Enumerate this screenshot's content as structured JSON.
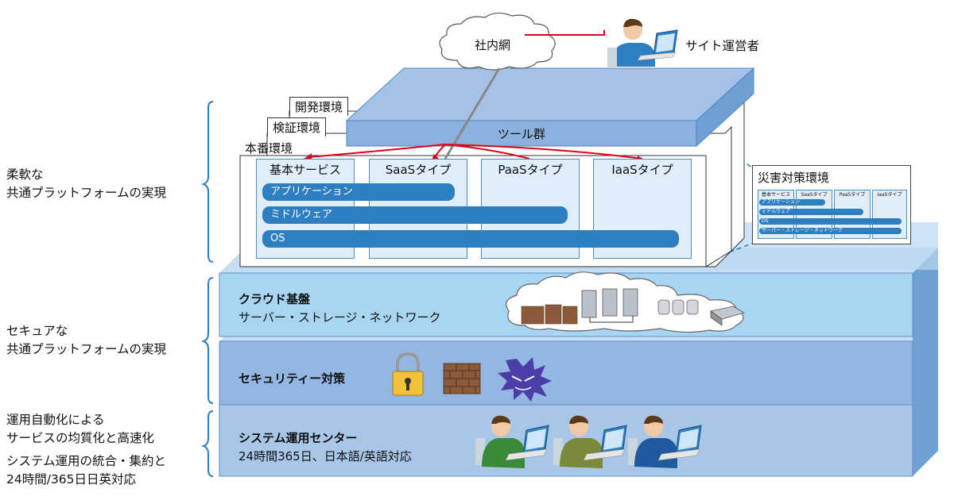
{
  "left_labels": {
    "flexible": [
      "柔軟な",
      "共通プラットフォームの実現"
    ],
    "secure": [
      "セキュアな",
      "共通プラットフォームの実現"
    ],
    "ops1": [
      "運用自動化による",
      "サービスの均質化と高速化"
    ],
    "ops2": [
      "システム運用の統合・集約と",
      "24時間/365日日英対応"
    ]
  },
  "top": {
    "intranet": "社内網",
    "operator": "サイト運営者",
    "tools": "ツール群"
  },
  "environments": {
    "dev": "開発環境",
    "verify": "検証環境",
    "prod": "本番環境"
  },
  "columns": [
    "基本サービス",
    "SaaSタイプ",
    "PaaSタイプ",
    "IaaSタイプ"
  ],
  "pills": {
    "app": "アプリケーション",
    "middleware": "ミドルウェア",
    "os": "OS"
  },
  "dr": {
    "title": "災害対策環境",
    "columns": [
      "基本サービス",
      "SaaSタイプ",
      "PaaSタイプ",
      "IaaSタイプ"
    ],
    "pills": [
      "アプリケーション",
      "ミドルウェア",
      "OS",
      "サーバー・ストレージ・ネットワーク"
    ]
  },
  "layers": {
    "cloud_title": "クラウド基盤",
    "cloud_sub": "サーバー・ストレージ・ネットワーク",
    "security_title": "セキュリティー対策",
    "ops_title": "システム運用センター",
    "ops_sub": "24時間365日、日本語/英語対応"
  },
  "colors": {
    "layer_front": "#9fc3e6",
    "layer_top": "#c7ddf2",
    "layer_side": "#6f9fd3",
    "security_front": "#8eb3e0",
    "pill": "#2d7fc1",
    "arrow": "#e0001b"
  }
}
